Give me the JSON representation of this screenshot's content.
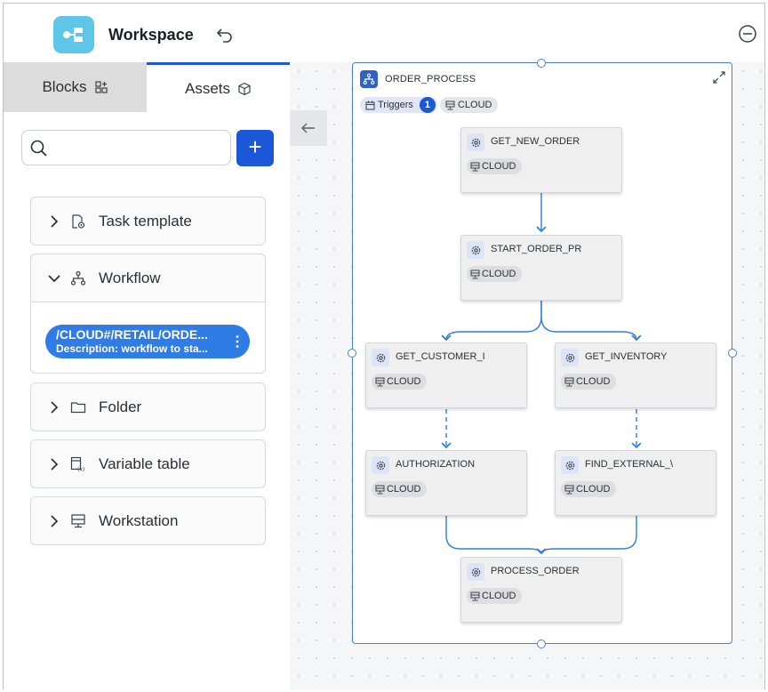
{
  "header": {
    "title": "Workspace"
  },
  "left_panel": {
    "tabs": [
      {
        "label": "Blocks"
      },
      {
        "label": "Assets"
      }
    ],
    "search": {
      "value": "",
      "placeholder": ""
    },
    "add_label": "+",
    "sections": [
      {
        "label": "Task template",
        "expanded": false
      },
      {
        "label": "Workflow",
        "expanded": true,
        "items": [
          {
            "path": "/CLOUD#/RETAIL/ORDE...",
            "description": "Description: workflow to sta..."
          }
        ]
      },
      {
        "label": "Folder",
        "expanded": false
      },
      {
        "label": "Variable table",
        "expanded": false
      },
      {
        "label": "Workstation",
        "expanded": false
      }
    ]
  },
  "workflow": {
    "title": "ORDER_PROCESS",
    "triggers_label": "Triggers",
    "triggers_count": "1",
    "workstation": "CLOUD",
    "nodes": [
      {
        "label": "GET_NEW_ORDER",
        "workstation": "CLOUD"
      },
      {
        "label": "START_ORDER_PR",
        "workstation": "CLOUD"
      },
      {
        "label": "GET_CUSTOMER_I",
        "workstation": "CLOUD"
      },
      {
        "label": "GET_INVENTORY",
        "workstation": "CLOUD"
      },
      {
        "label": "AUTHORIZATION",
        "workstation": "CLOUD"
      },
      {
        "label": "FIND_EXTERNAL_\\",
        "workstation": "CLOUD"
      },
      {
        "label": "PROCESS_ORDER",
        "workstation": "CLOUD"
      }
    ]
  },
  "colors": {
    "accent": "#1b57d6",
    "logo": "#5ec6e8",
    "edge": "#2f7ce6",
    "pill": "#2f7ce6"
  },
  "icons": [
    "app-logo-icon",
    "undo-icon",
    "collapse-icon",
    "blocks-icon",
    "assets-icon",
    "search-icon",
    "plus-icon",
    "chevron-right-icon",
    "chevron-down-icon",
    "task-template-icon",
    "workflow-icon",
    "folder-icon",
    "variable-table-icon",
    "workstation-icon",
    "kebab-icon",
    "arrow-left-icon",
    "expand-icon",
    "calendar-icon",
    "server-icon",
    "gear-icon"
  ]
}
